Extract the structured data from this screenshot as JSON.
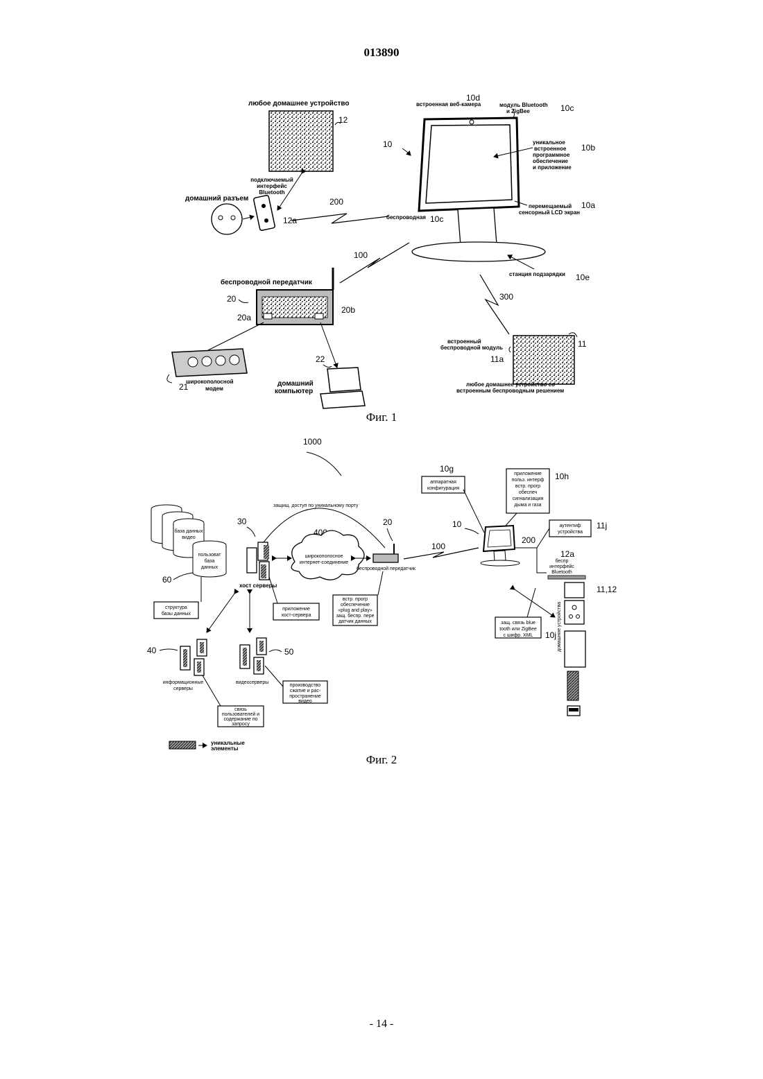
{
  "header": {
    "doc_number": "013890"
  },
  "fig1": {
    "caption": "Фиг. 1",
    "labels": {
      "any_home_device": "любое домашнее устройство",
      "ref_12": "12",
      "ref_10d": "10d",
      "webcam": "встроенная веб-камера",
      "bt_zigbee_1": "модуль Bluetooth",
      "bt_zigbee_2": "и ZigBee",
      "ref_10c_top": "10c",
      "ref_10": "10",
      "unique_sw": [
        "уникальное",
        "встроенное",
        "программное",
        "обеспечение",
        "и приложение"
      ],
      "ref_10b": "10b",
      "plug_iface": [
        "подключаемый",
        "интерфейс",
        "Bluetooth"
      ],
      "home_socket": "домашний разъем",
      "ref_12a": "12a",
      "ref_200": "200",
      "wireless": "беспроводная",
      "ref_10c": "10c",
      "touch_lcd": [
        "перемещаемый",
        "сенсорный LCD экран"
      ],
      "ref_10a": "10a",
      "ref_100": "100",
      "wireless_tx": "беспроводной передатчик",
      "charging_station": "станция подзарядки",
      "ref_10e": "10e",
      "ref_20": "20",
      "ref_20a": "20a",
      "ref_20b": "20b",
      "ref_300": "300",
      "ref_22": "22",
      "broadband_modem": [
        "широкополосной",
        "модем"
      ],
      "ref_21": "21",
      "home_pc": [
        "домашний",
        "компьютер"
      ],
      "builtin_module": [
        "встроенный",
        "беспроводной модуль"
      ],
      "ref_11": "11",
      "ref_11a": "11a",
      "any_device_builtin": [
        "любое домашнее устройство со",
        "встроенным беспроводным решением"
      ]
    }
  },
  "fig2": {
    "caption": "Фиг. 2",
    "labels": {
      "ref_1000": "1000",
      "ref_10g": "10g",
      "hw_config": [
        "аппаратная",
        "конфигурация"
      ],
      "app_box": [
        "приложение",
        "польз. интерф",
        "встр. прогр",
        "обеспеч",
        "сигнализация",
        "дыма и газа"
      ],
      "ref_10h": "10h",
      "secure_access": "защищ. доступ по уникальному порту",
      "video_db": [
        "база данных",
        "видео"
      ],
      "user_db": [
        "пользоват",
        "база",
        "данных"
      ],
      "ref_30": "30",
      "ref_400": "400",
      "ref_20": "20",
      "ref_10": "10",
      "ref_11j": "11j",
      "device_auth": [
        "аутентиф",
        "устройства"
      ],
      "ref_200": "200",
      "ref_100": "100",
      "broadband_conn": [
        "широкополосное",
        "интернет-соединение"
      ],
      "wireless_tx": "беспроводной передатчик",
      "ref_12a": "12a",
      "bt_iface": [
        "беспр",
        "интерфейс",
        "Bluetooth"
      ],
      "ref_60": "60",
      "host_servers": "хост серверы",
      "db_structure": [
        "структура",
        "базы данных"
      ],
      "host_app": [
        "приложение",
        "хост-сервера"
      ],
      "plug_play": [
        "встр. прогр",
        "обеспечение",
        "«plug and play»",
        "защ. беспр. пере",
        "датчик данных"
      ],
      "ref_11_12": "11,12",
      "home_devices": "домашние устройства",
      "secure_link": [
        "защ. связь blue",
        "tooth или ZigBee",
        "с шифр. XML"
      ],
      "ref_10j": "10j",
      "ref_40": "40",
      "ref_50": "50",
      "info_servers": [
        "информационные",
        "серверы"
      ],
      "video_servers": "видеосерверы",
      "video_prod": [
        "производство",
        "сжатие и рас-",
        "пространение",
        "видео"
      ],
      "user_content": [
        "связь",
        "пользователей и",
        "содержание по",
        "запросу"
      ],
      "unique_elements": [
        "уникальные",
        "элементы"
      ]
    }
  },
  "footer": {
    "page": "- 14 -"
  }
}
